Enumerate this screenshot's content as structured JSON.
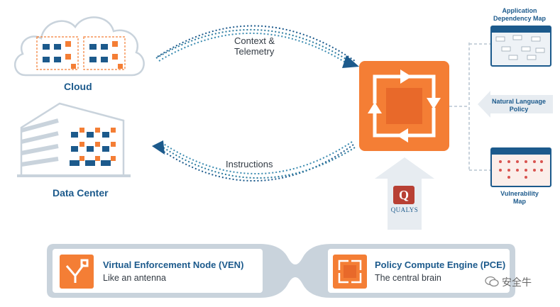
{
  "cloud": {
    "label": "Cloud"
  },
  "datacenter": {
    "label": "Data Center"
  },
  "arrows": {
    "top_label": "Context &\nTelemetry",
    "bottom_label": "Instructions"
  },
  "side": {
    "app_map_label": "Application\nDependency Map",
    "nl_policy_label": "Natural Language\nPolicy",
    "vuln_map_label": "Vulnerability\nMap"
  },
  "qualys": {
    "brand": "QUALYS",
    "logo_letter": "Q"
  },
  "legend": {
    "ven": {
      "title": "Virtual Enforcement Node (VEN)",
      "subtitle": "Like an antenna"
    },
    "pce": {
      "title": "Policy Compute Engine (PCE)",
      "subtitle": "The central brain"
    }
  },
  "watermark": {
    "text": "安全牛"
  },
  "colors": {
    "orange": "#f47e35",
    "blue": "#1c5a8c",
    "gray_blue": "#c9d3dc",
    "teal": "#2a7a9e"
  }
}
